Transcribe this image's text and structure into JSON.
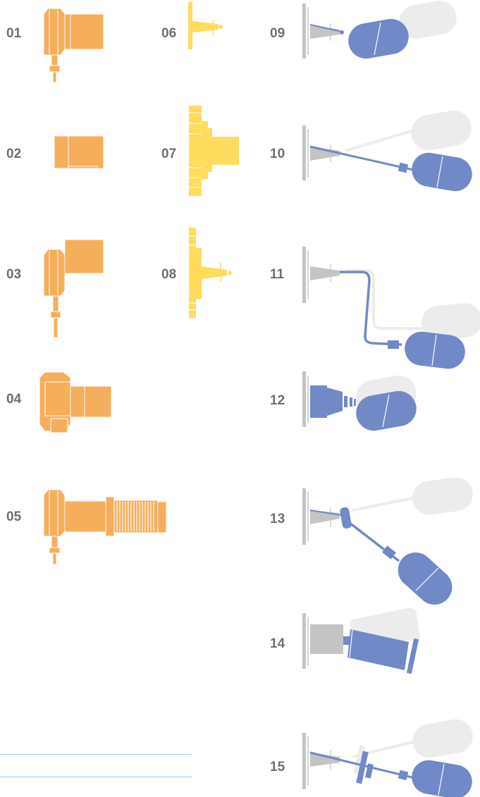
{
  "labels": {
    "l01": "01",
    "l02": "02",
    "l03": "03",
    "l04": "04",
    "l05": "05",
    "l06": "06",
    "l07": "07",
    "l08": "08",
    "l09": "09",
    "l10": "10",
    "l11": "11",
    "l12": "12",
    "l13": "13",
    "l14": "14",
    "l15": "15"
  },
  "colors": {
    "orange": "#f5ae5c",
    "orange_line": "#ffffff",
    "yellow": "#ffdc5e",
    "blue": "#7289c8",
    "blue_dark": "#3f55a0",
    "grey": "#c4c4c4",
    "ghost": "#ececec",
    "label": "#6f6f6f",
    "rule": "#9fd4ee"
  }
}
